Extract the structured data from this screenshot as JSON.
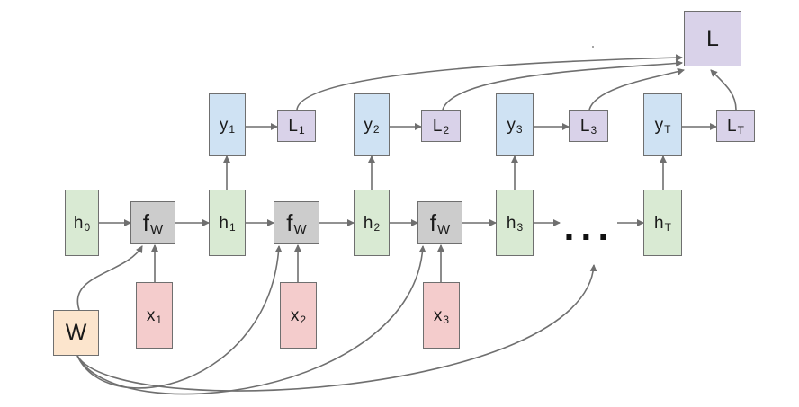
{
  "colors": {
    "green": "#d9ead3",
    "blue": "#cfe2f3",
    "purple": "#d9d2e9",
    "gray": "#cccccc",
    "red": "#f4cccc",
    "orange": "#fce5cd",
    "edge": "#6f6f6f"
  },
  "nodes": {
    "h0": {
      "main": "h",
      "sub": "0"
    },
    "f1": {
      "main": "f",
      "sub": "W"
    },
    "h1": {
      "main": "h",
      "sub": "1"
    },
    "f2": {
      "main": "f",
      "sub": "W"
    },
    "h2": {
      "main": "h",
      "sub": "2"
    },
    "f3": {
      "main": "f",
      "sub": "W"
    },
    "h3": {
      "main": "h",
      "sub": "3"
    },
    "hT": {
      "main": "h",
      "sub": "T"
    },
    "x1": {
      "main": "x",
      "sub": "1"
    },
    "x2": {
      "main": "x",
      "sub": "2"
    },
    "x3": {
      "main": "x",
      "sub": "3"
    },
    "y1": {
      "main": "y",
      "sub": "1"
    },
    "y2": {
      "main": "y",
      "sub": "2"
    },
    "y3": {
      "main": "y",
      "sub": "3"
    },
    "yT": {
      "main": "y",
      "sub": "T"
    },
    "L1": {
      "main": "L",
      "sub": "1"
    },
    "L2": {
      "main": "L",
      "sub": "2"
    },
    "L3": {
      "main": "L",
      "sub": "3"
    },
    "LT": {
      "main": "L",
      "sub": "T"
    },
    "L": {
      "main": "L",
      "sub": ""
    },
    "W": {
      "main": "W",
      "sub": ""
    }
  },
  "ellipsis": "..."
}
